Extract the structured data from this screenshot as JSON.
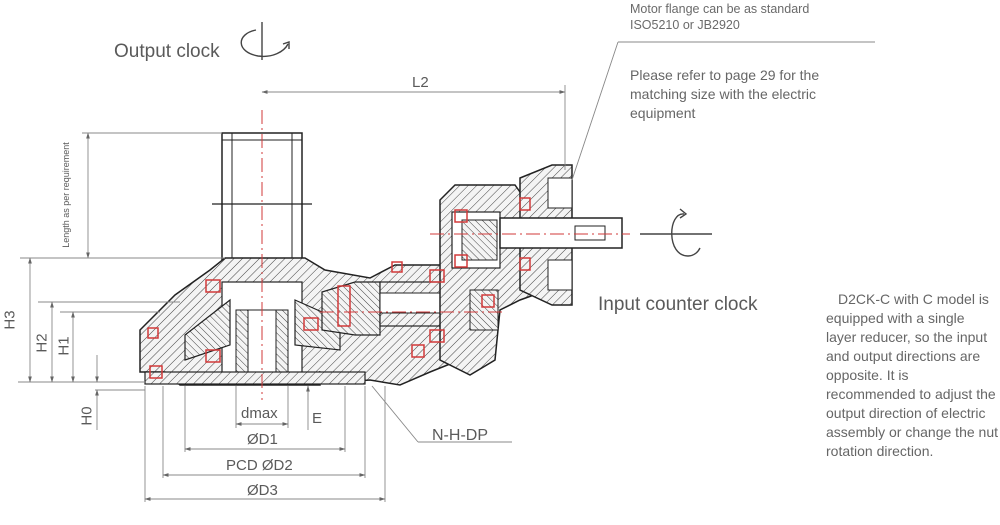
{
  "labels": {
    "output_clock": "Output clock",
    "input_counter_clock": "Input counter clock",
    "l2": "L2",
    "length_req": "Length as per requirement",
    "h3": "H3",
    "h2": "H2",
    "h1": "H1",
    "h0": "H0",
    "dmax": "dmax",
    "e": "E",
    "d1": "ØD1",
    "pcd_d2": "PCD ØD2",
    "d3": "ØD3",
    "nhdp": "N-H-DP"
  },
  "notes": {
    "flange_line1": "Motor flange can be as standard",
    "flange_line2": "ISO5210 or JB2920",
    "refer": "Please refer to page 29 for the matching size with the electric equipment",
    "model": "D2CK-C with C model is equipped with a single layer reducer, so the input and output directions are opposite. It is recommended to adjust the output direction of electric assembly or change the nut rotation direction."
  },
  "colors": {
    "line": "#333333",
    "dim": "#888888",
    "center": "#d23a3a",
    "bearing": "#d23a3a",
    "text": "#5a5a5a"
  }
}
